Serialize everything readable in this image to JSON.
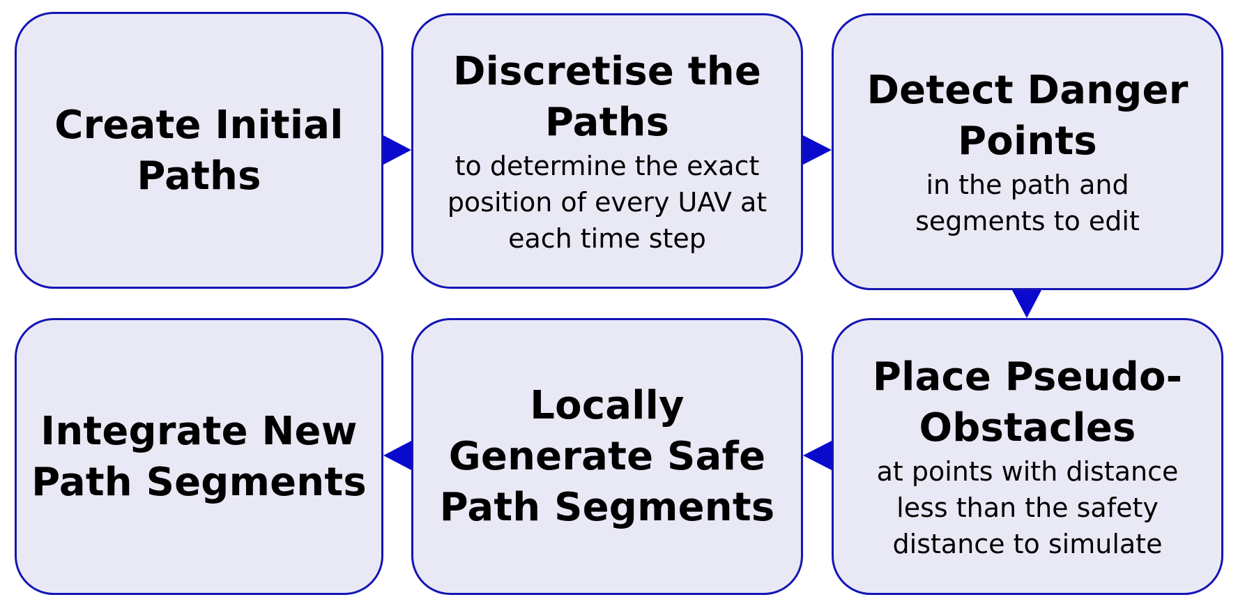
{
  "colors": {
    "box_fill": "#e9e9f5",
    "box_border": "#1414b4",
    "arrow": "#0a0acd",
    "text": "#000000"
  },
  "steps": [
    {
      "title": "Create  Initial\nPaths",
      "description": ""
    },
    {
      "title": "Discretise the\nPaths",
      "description": "to determine the exact\nposition of every UAV at\neach time step"
    },
    {
      "title": "Detect Danger\nPoints",
      "description": "in the path and\nsegments to edit"
    },
    {
      "title": "Place Pseudo-\nObstacles",
      "description": "at points with distance\nless than the safety\ndistance to simulate"
    },
    {
      "title": "Locally\nGenerate Safe\nPath Segments",
      "description": ""
    },
    {
      "title": "Integrate New\nPath Segments",
      "description": ""
    }
  ]
}
